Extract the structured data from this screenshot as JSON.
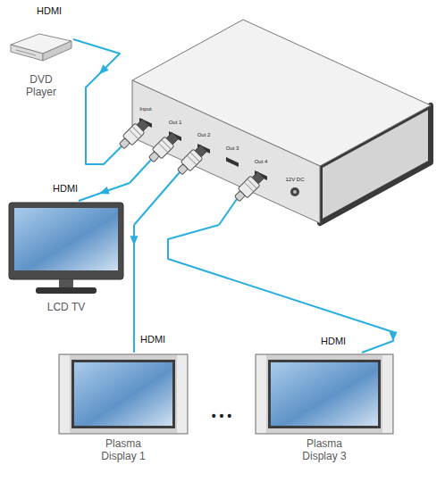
{
  "diagram": {
    "nodes": [
      {
        "text": [
          "DVD Player"
        ]
      },
      {
        "text": [
          "Input",
          "Out 1",
          "Out 2",
          "Out 3",
          "Out 4",
          "12V DC"
        ]
      },
      {
        "text": [
          "LCD TV"
        ]
      },
      {
        "text": [
          "Plasma Display 1"
        ]
      },
      {
        "text": [
          "Plasma Display 3"
        ]
      }
    ],
    "edges": [
      {
        "from": 0,
        "to": 1,
        "arrow": "to",
        "label": "HDMI"
      },
      {
        "from": 1,
        "to": 2,
        "arrow": "to",
        "label": "HDMI"
      },
      {
        "from": 1,
        "to": 3,
        "arrow": "to",
        "label": "HDMI"
      },
      {
        "from": 1,
        "to": 4,
        "arrow": "to",
        "label": "HDMI"
      }
    ],
    "labels": [
      "• • •"
    ]
  }
}
